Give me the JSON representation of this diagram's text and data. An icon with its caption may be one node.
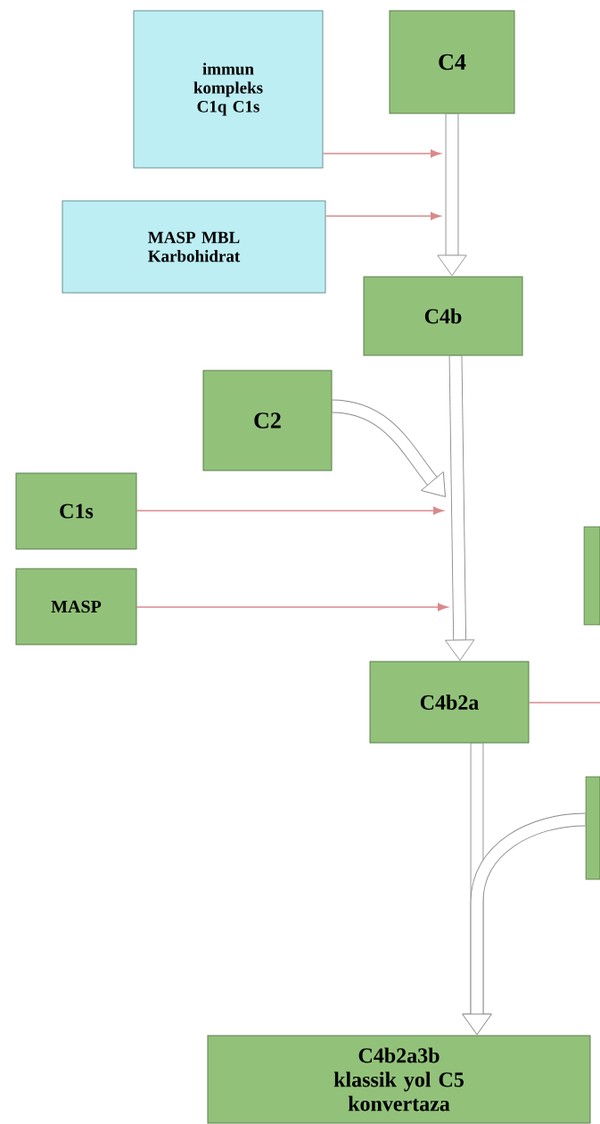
{
  "diagram": {
    "nodes": [
      {
        "text": [
          "immun kompleks C1q C1s"
        ]
      },
      {
        "text": [
          "C4"
        ]
      },
      {
        "text": [
          "MASP MBL Karbohidrat"
        ]
      },
      {
        "text": [
          "C4b"
        ]
      },
      {
        "text": [
          "C2"
        ]
      },
      {
        "text": [
          "C1s"
        ]
      },
      {
        "text": [
          "MASP"
        ]
      },
      {
        "text": [],
        "shape": "box"
      },
      {
        "text": [
          "C4b2a"
        ]
      },
      {
        "text": [],
        "shape": "box"
      },
      {
        "text": [
          "C4b2a3b klassik yol C5 konvertaza"
        ]
      }
    ],
    "edges": [
      {
        "from": 0,
        "to": null,
        "arrow": "to",
        "color": "#d98a8a"
      },
      {
        "from": 1,
        "to": 3,
        "arrow": "to",
        "style": "thick"
      },
      {
        "from": 2,
        "to": null,
        "arrow": "to",
        "color": "#d98a8a"
      },
      {
        "from": 3,
        "to": 8,
        "arrow": "to",
        "style": "thick"
      },
      {
        "from": 4,
        "to": null,
        "arrow": "to",
        "style": "thick"
      },
      {
        "from": 5,
        "to": null,
        "arrow": "to",
        "color": "#d98a8a"
      },
      {
        "from": 6,
        "to": null,
        "arrow": "to",
        "color": "#d98a8a"
      },
      {
        "from": 8,
        "to": null,
        "arrow": "none",
        "color": "#d98a8a"
      },
      {
        "from": 8,
        "to": 10,
        "arrow": "to",
        "style": "thick"
      },
      {
        "from": 9,
        "to": 10,
        "arrow": "to",
        "style": "thick"
      }
    ]
  }
}
